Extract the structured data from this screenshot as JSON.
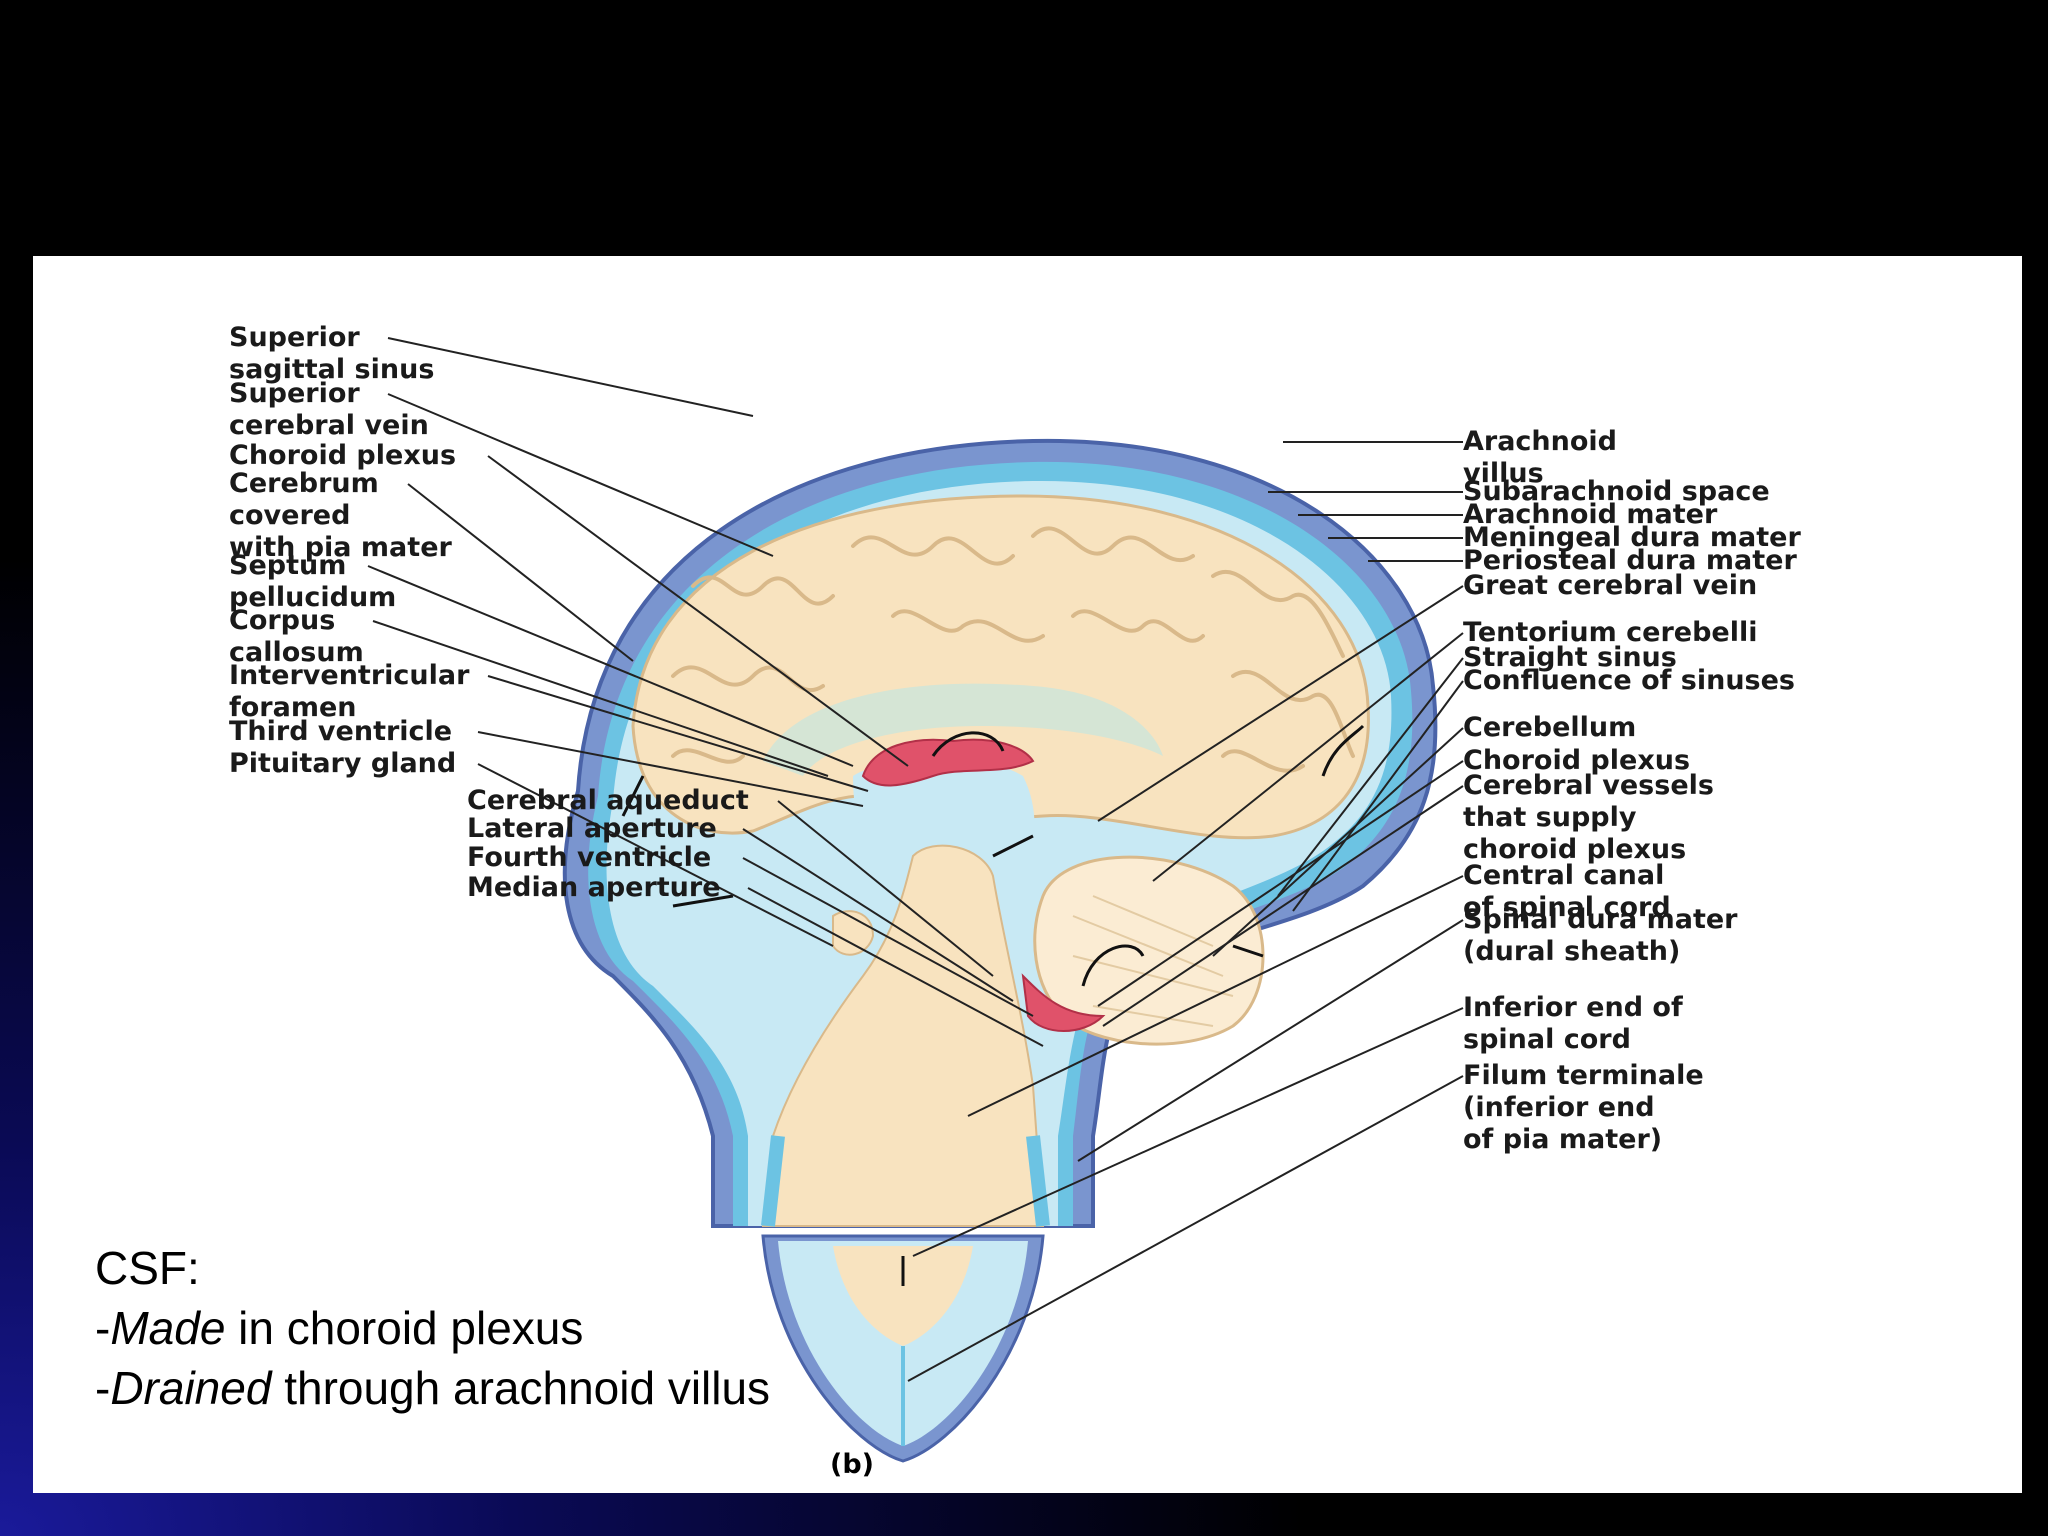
{
  "labels_left": [
    {
      "id": "superior-sagittal-sinus",
      "text": "Superior\nsagittal sinus"
    },
    {
      "id": "superior-cerebral-vein",
      "text": "Superior\ncerebral vein"
    },
    {
      "id": "choroid-plexus-left",
      "text": "Choroid plexus"
    },
    {
      "id": "cerebrum",
      "text": "Cerebrum\ncovered\nwith pia mater"
    },
    {
      "id": "septum-pellucidum",
      "text": "Septum\npellucidum"
    },
    {
      "id": "corpus-callosum",
      "text": "Corpus\ncallosum"
    },
    {
      "id": "interventricular-foramen",
      "text": "Interventricular\nforamen"
    },
    {
      "id": "third-ventricle",
      "text": "Third ventricle"
    },
    {
      "id": "pituitary-gland",
      "text": "Pituitary gland"
    }
  ],
  "labels_bottom": [
    {
      "id": "cerebral-aqueduct",
      "text": "Cerebral aqueduct"
    },
    {
      "id": "lateral-aperture",
      "text": "Lateral aperture"
    },
    {
      "id": "fourth-ventricle",
      "text": "Fourth ventricle"
    },
    {
      "id": "median-aperture",
      "text": "Median aperture"
    }
  ],
  "labels_right": [
    {
      "id": "arachnoid-villus",
      "text": "Arachnoid\nvillus"
    },
    {
      "id": "subarachnoid-space",
      "text": "Subarachnoid space"
    },
    {
      "id": "arachnoid-mater",
      "text": "Arachnoid mater"
    },
    {
      "id": "meningeal-dura-mater",
      "text": "Meningeal dura mater"
    },
    {
      "id": "periosteal-dura-mater",
      "text": "Periosteal dura mater"
    },
    {
      "id": "great-cerebral-vein",
      "text": "Great cerebral vein"
    },
    {
      "id": "tentorium-cerebelli",
      "text": "Tentorium cerebelli"
    },
    {
      "id": "straight-sinus",
      "text": "Straight sinus"
    },
    {
      "id": "confluence-of-sinuses",
      "text": "Confluence of sinuses"
    },
    {
      "id": "cerebellum",
      "text": "Cerebellum"
    },
    {
      "id": "choroid-plexus-right",
      "text": "Choroid plexus"
    },
    {
      "id": "cerebral-vessels",
      "text": "Cerebral vessels\nthat supply\nchoroid plexus"
    },
    {
      "id": "central-canal",
      "text": "Central canal\nof spinal cord"
    },
    {
      "id": "spinal-dura-mater",
      "text": "Spinal dura mater\n(dural sheath)"
    },
    {
      "id": "inferior-end-spinal-cord",
      "text": "Inferior end of\nspinal cord"
    },
    {
      "id": "filum-terminale",
      "text": "Filum terminale\n(inferior end\nof pia mater)"
    }
  ],
  "figure_tag": "(b)",
  "note": {
    "line1": "CSF:",
    "line2_prefix": "-",
    "line2_emph": "Made",
    "line2_rest": " in choroid plexus",
    "line3_prefix": "-",
    "line3_emph": "Drained",
    "line3_rest": " through arachnoid villus"
  },
  "colors": {
    "brain": "#f8e3bf",
    "gyri_line": "#d9b98a",
    "csf_light": "#c8e9f4",
    "csf_blue": "#6cc3e3",
    "dura": "#7a95cf",
    "dura_edge": "#4a63a8",
    "choroid": "#e0526a",
    "leader": "#222222"
  }
}
